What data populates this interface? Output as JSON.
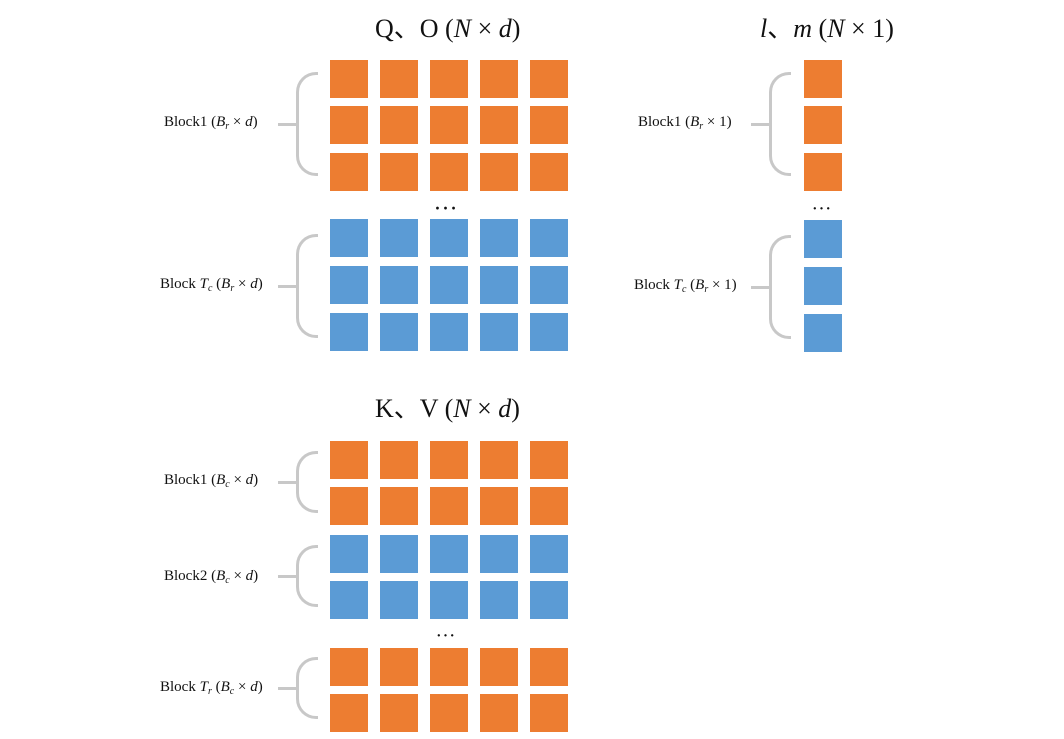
{
  "colors": {
    "orange": "#ed7d31",
    "blue": "#5b9bd5",
    "bracket": "#c8c8c8"
  },
  "panels": {
    "qo": {
      "title": {
        "main": "Q、O (",
        "italic_a": "N",
        "mid": " × ",
        "italic_b": "d",
        "end": ")"
      },
      "blocks": [
        {
          "label": {
            "pre": "Block1 (",
            "sym": "B",
            "sub": "r",
            "post": " × ",
            "sym2": "d",
            "end": ")"
          },
          "rows": [
            "orange",
            "orange",
            "orange"
          ]
        },
        {
          "label": {
            "pre": "Block ",
            "pre_sym": "T",
            "pre_sub": "c",
            "mid": " (",
            "sym": "B",
            "sub": "r",
            "post": " × ",
            "sym2": "d",
            "end": ")"
          },
          "rows": [
            "blue",
            "blue",
            "blue"
          ]
        }
      ],
      "ellipsis": "…"
    },
    "lm": {
      "title": {
        "italic_a": "l",
        "mid": "、",
        "italic_b": "m",
        "end": " (",
        "italic_c": "N",
        "tail": " × 1)"
      },
      "blocks": [
        {
          "label": {
            "pre": "Block1 (",
            "sym": "B",
            "sub": "r",
            "post": " × 1)"
          },
          "rows": [
            "orange",
            "orange",
            "orange"
          ]
        },
        {
          "label": {
            "pre": "Block ",
            "pre_sym": "T",
            "pre_sub": "c",
            "mid": " (",
            "sym": "B",
            "sub": "r",
            "post": " × 1)"
          },
          "rows": [
            "blue",
            "blue",
            "blue"
          ]
        }
      ],
      "ellipsis": "…"
    },
    "kv": {
      "title": {
        "main": "K、V (",
        "italic_a": "N",
        "mid": " × ",
        "italic_b": "d",
        "end": ")"
      },
      "blocks": [
        {
          "label": {
            "pre": "Block1 (",
            "sym": "B",
            "sub": "c",
            "post": " × ",
            "sym2": "d",
            "end": ")"
          },
          "rows": [
            "orange",
            "orange"
          ]
        },
        {
          "label": {
            "pre": "Block2 (",
            "sym": "B",
            "sub": "c",
            "post": " × ",
            "sym2": "d",
            "end": ")"
          },
          "rows": [
            "blue",
            "blue"
          ]
        },
        {
          "label": {
            "pre": "Block ",
            "pre_sym": "T",
            "pre_sub": "r",
            "mid": " (",
            "sym": "B",
            "sub": "c",
            "post": " × ",
            "sym2": "d",
            "end": ")"
          },
          "rows": [
            "orange",
            "orange"
          ]
        }
      ],
      "ellipsis": "…"
    }
  }
}
